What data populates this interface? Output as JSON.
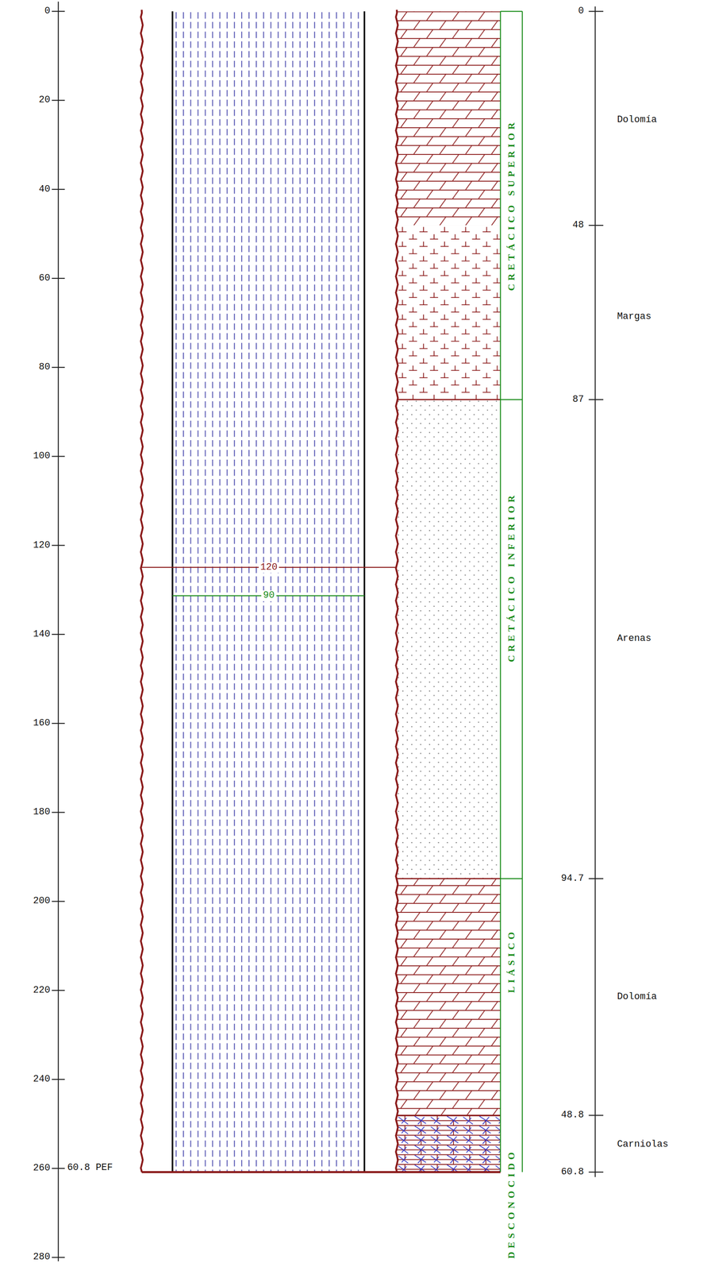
{
  "diagram": {
    "nodes": [
      {
        "text": [
          "CRETÁCICO SUPERIOR"
        ]
      },
      {
        "text": [
          "CRETÁCICO INFERIOR"
        ]
      },
      {
        "text": [
          "LIÁSICO"
        ]
      },
      {
        "text": [
          "DESCONOCIDO"
        ]
      }
    ],
    "labels": [
      "0",
      "20",
      "40",
      "60",
      "80",
      "100",
      "120",
      "140",
      "160",
      "180",
      "200",
      "220",
      "240",
      "260",
      "280",
      "60.8 PEF",
      "120",
      "90",
      "0",
      "Dolomía",
      "48",
      "Margas",
      "87",
      "Arenas",
      "94.7",
      "Dolomía",
      "48.8",
      "Carniolas",
      "60.8"
    ]
  }
}
